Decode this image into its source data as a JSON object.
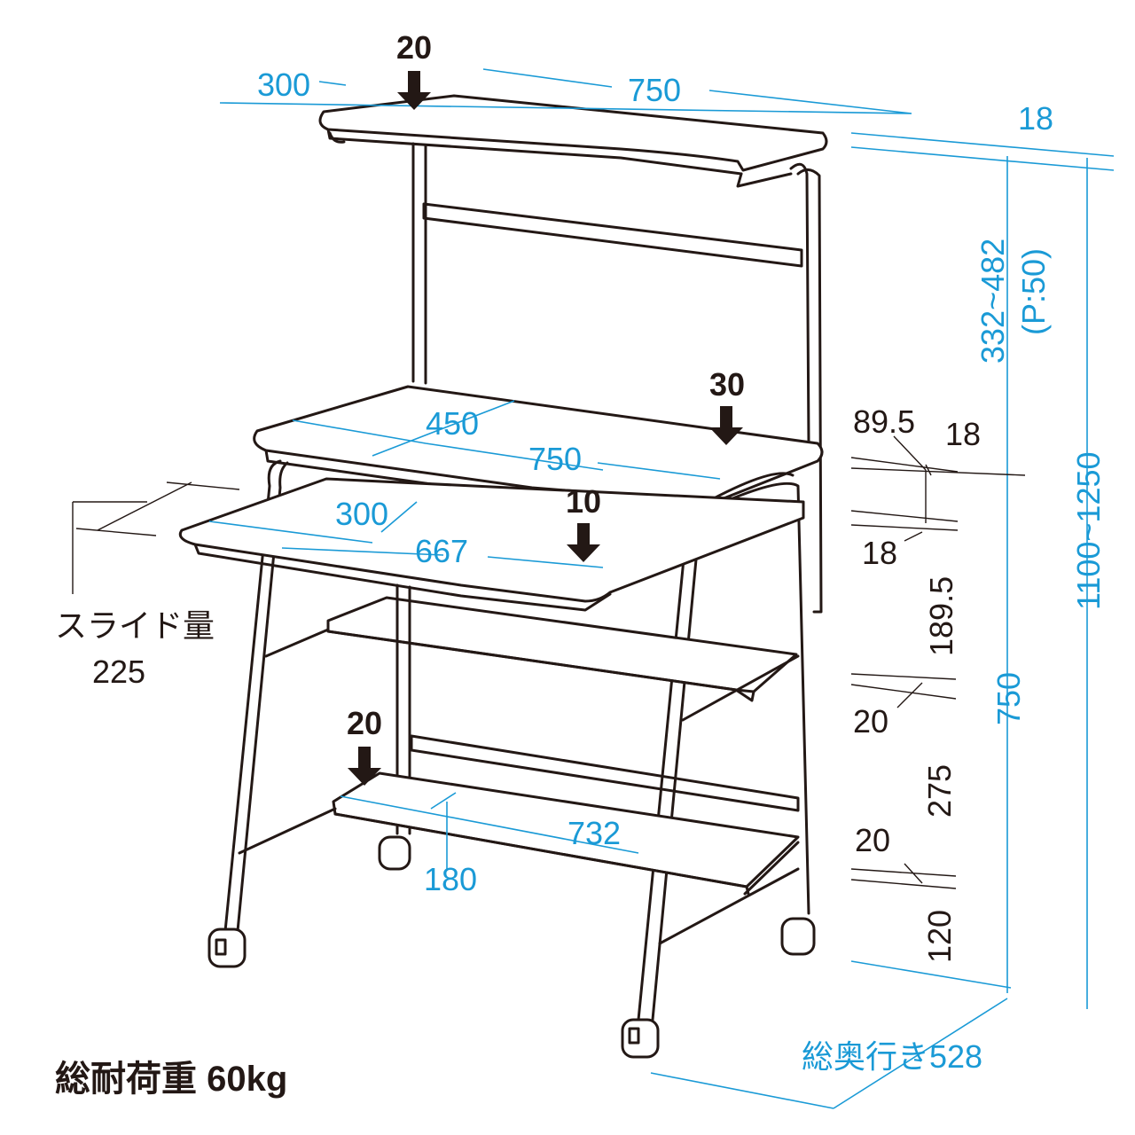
{
  "colors": {
    "dimension": "#1a9ad6",
    "outline": "#231815",
    "background": "#ffffff"
  },
  "icons": {
    "load_arrow": "down-arrow-icon",
    "caster": "caster-wheel-icon"
  },
  "loads": {
    "top_shelf": "20",
    "desk_top": "30",
    "keyboard_tray": "10",
    "bottom_shelf": "20"
  },
  "dimensions": {
    "top_depth": "300",
    "top_width": "750",
    "top_thickness": "18",
    "top_height_range": "332~482",
    "top_pitch": "(P:50)",
    "total_height": "1100~1250",
    "desk_depth": "450",
    "desk_width": "750",
    "tray_depth": "300",
    "tray_width": "667",
    "bottom_width": "732",
    "bottom_depth": "180",
    "desk_height": "750",
    "right_89_5": "89.5",
    "right_18_a": "18",
    "right_18_b": "18",
    "right_189_5": "189.5",
    "right_20_a": "20",
    "right_275": "275",
    "right_20_b": "20",
    "right_120": "120",
    "total_depth": "総奥行き528"
  },
  "labels": {
    "slide_label": "スライド量",
    "slide_value": "225",
    "total_load": "総耐荷重 60kg"
  }
}
